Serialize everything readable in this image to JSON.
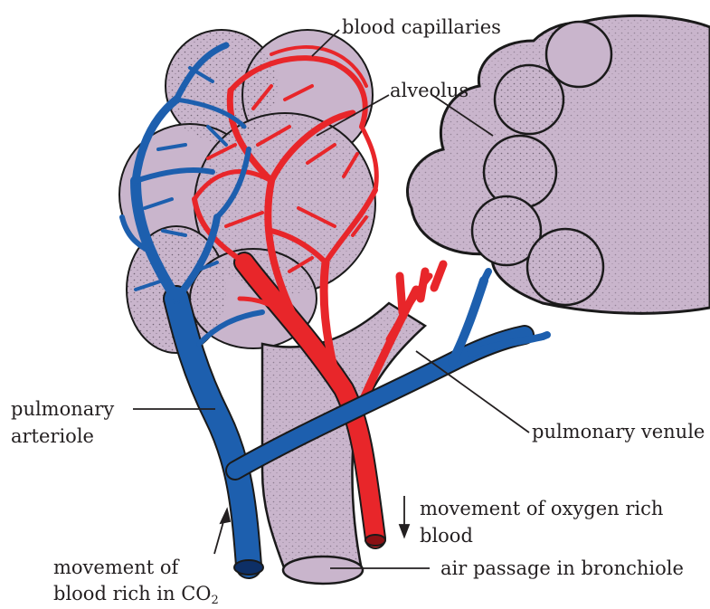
{
  "labels": {
    "blood_capillaries": "blood capillaries",
    "alveolus": "alveolus",
    "pulmonary_arteriole": [
      "pulmonary",
      "arteriole"
    ],
    "pulmonary_venule": "pulmonary venule",
    "oxygen_rich": [
      "movement of oxygen rich",
      "blood"
    ],
    "co2_rich": [
      "movement of",
      "blood rich in CO",
      "2"
    ],
    "air_passage": "air passage in bronchiole"
  },
  "colors": {
    "deoxygenated_blue": "#1d5fae",
    "oxygenated_red": "#e8262a",
    "alveolar_tissue": "#c9b5cc",
    "outline": "#1a1a1a"
  }
}
